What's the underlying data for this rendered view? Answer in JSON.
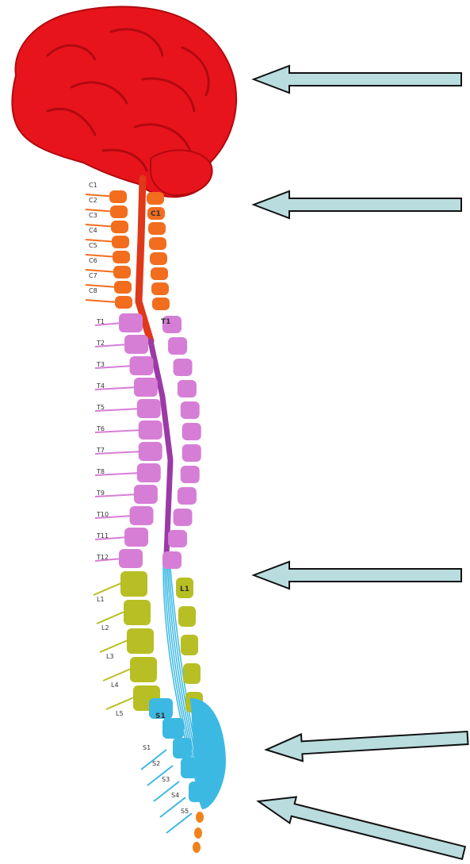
{
  "colors": {
    "brain": "#e8141b",
    "brain_dark": "#b00a10",
    "cervical": "#f26d1e",
    "thoracic": "#d67ed6",
    "thoracic_dark": "#a04ea6",
    "lumbar": "#b7bf24",
    "sacral": "#3cb9e3",
    "coccygeal": "#f0821e",
    "cord_top": "#e0381a",
    "cord_mid": "#9b3aa6",
    "arrow_fill": "#b9dcde",
    "arrow_stroke": "#111111"
  },
  "icons": [
    "brain-illustration",
    "spinal-column-illustration",
    "pointer-arrow"
  ],
  "vertebra_labels": {
    "cervical_nerves": [
      "C1",
      "C2",
      "C3",
      "C4",
      "C5",
      "C6",
      "C7",
      "C8"
    ],
    "cervical_body": [
      "C1",
      "T1"
    ],
    "thoracic_nerves": [
      "T1",
      "T2",
      "T3",
      "T4",
      "T5",
      "T6",
      "T7",
      "T8",
      "T9",
      "T10",
      "T11",
      "T12"
    ],
    "lumbar_nerves": [
      "L1",
      "L2",
      "L3",
      "L4",
      "L5"
    ],
    "lumbar_body": [
      "L1"
    ],
    "sacral_body": [
      "S1"
    ],
    "sacral_nerves": [
      "S1",
      "S2",
      "S3",
      "S4",
      "S5"
    ]
  },
  "arrows": [
    {
      "id": "arrow-brain"
    },
    {
      "id": "arrow-cervical"
    },
    {
      "id": "arrow-lumbar"
    },
    {
      "id": "arrow-sacral"
    },
    {
      "id": "arrow-coccyx"
    }
  ]
}
